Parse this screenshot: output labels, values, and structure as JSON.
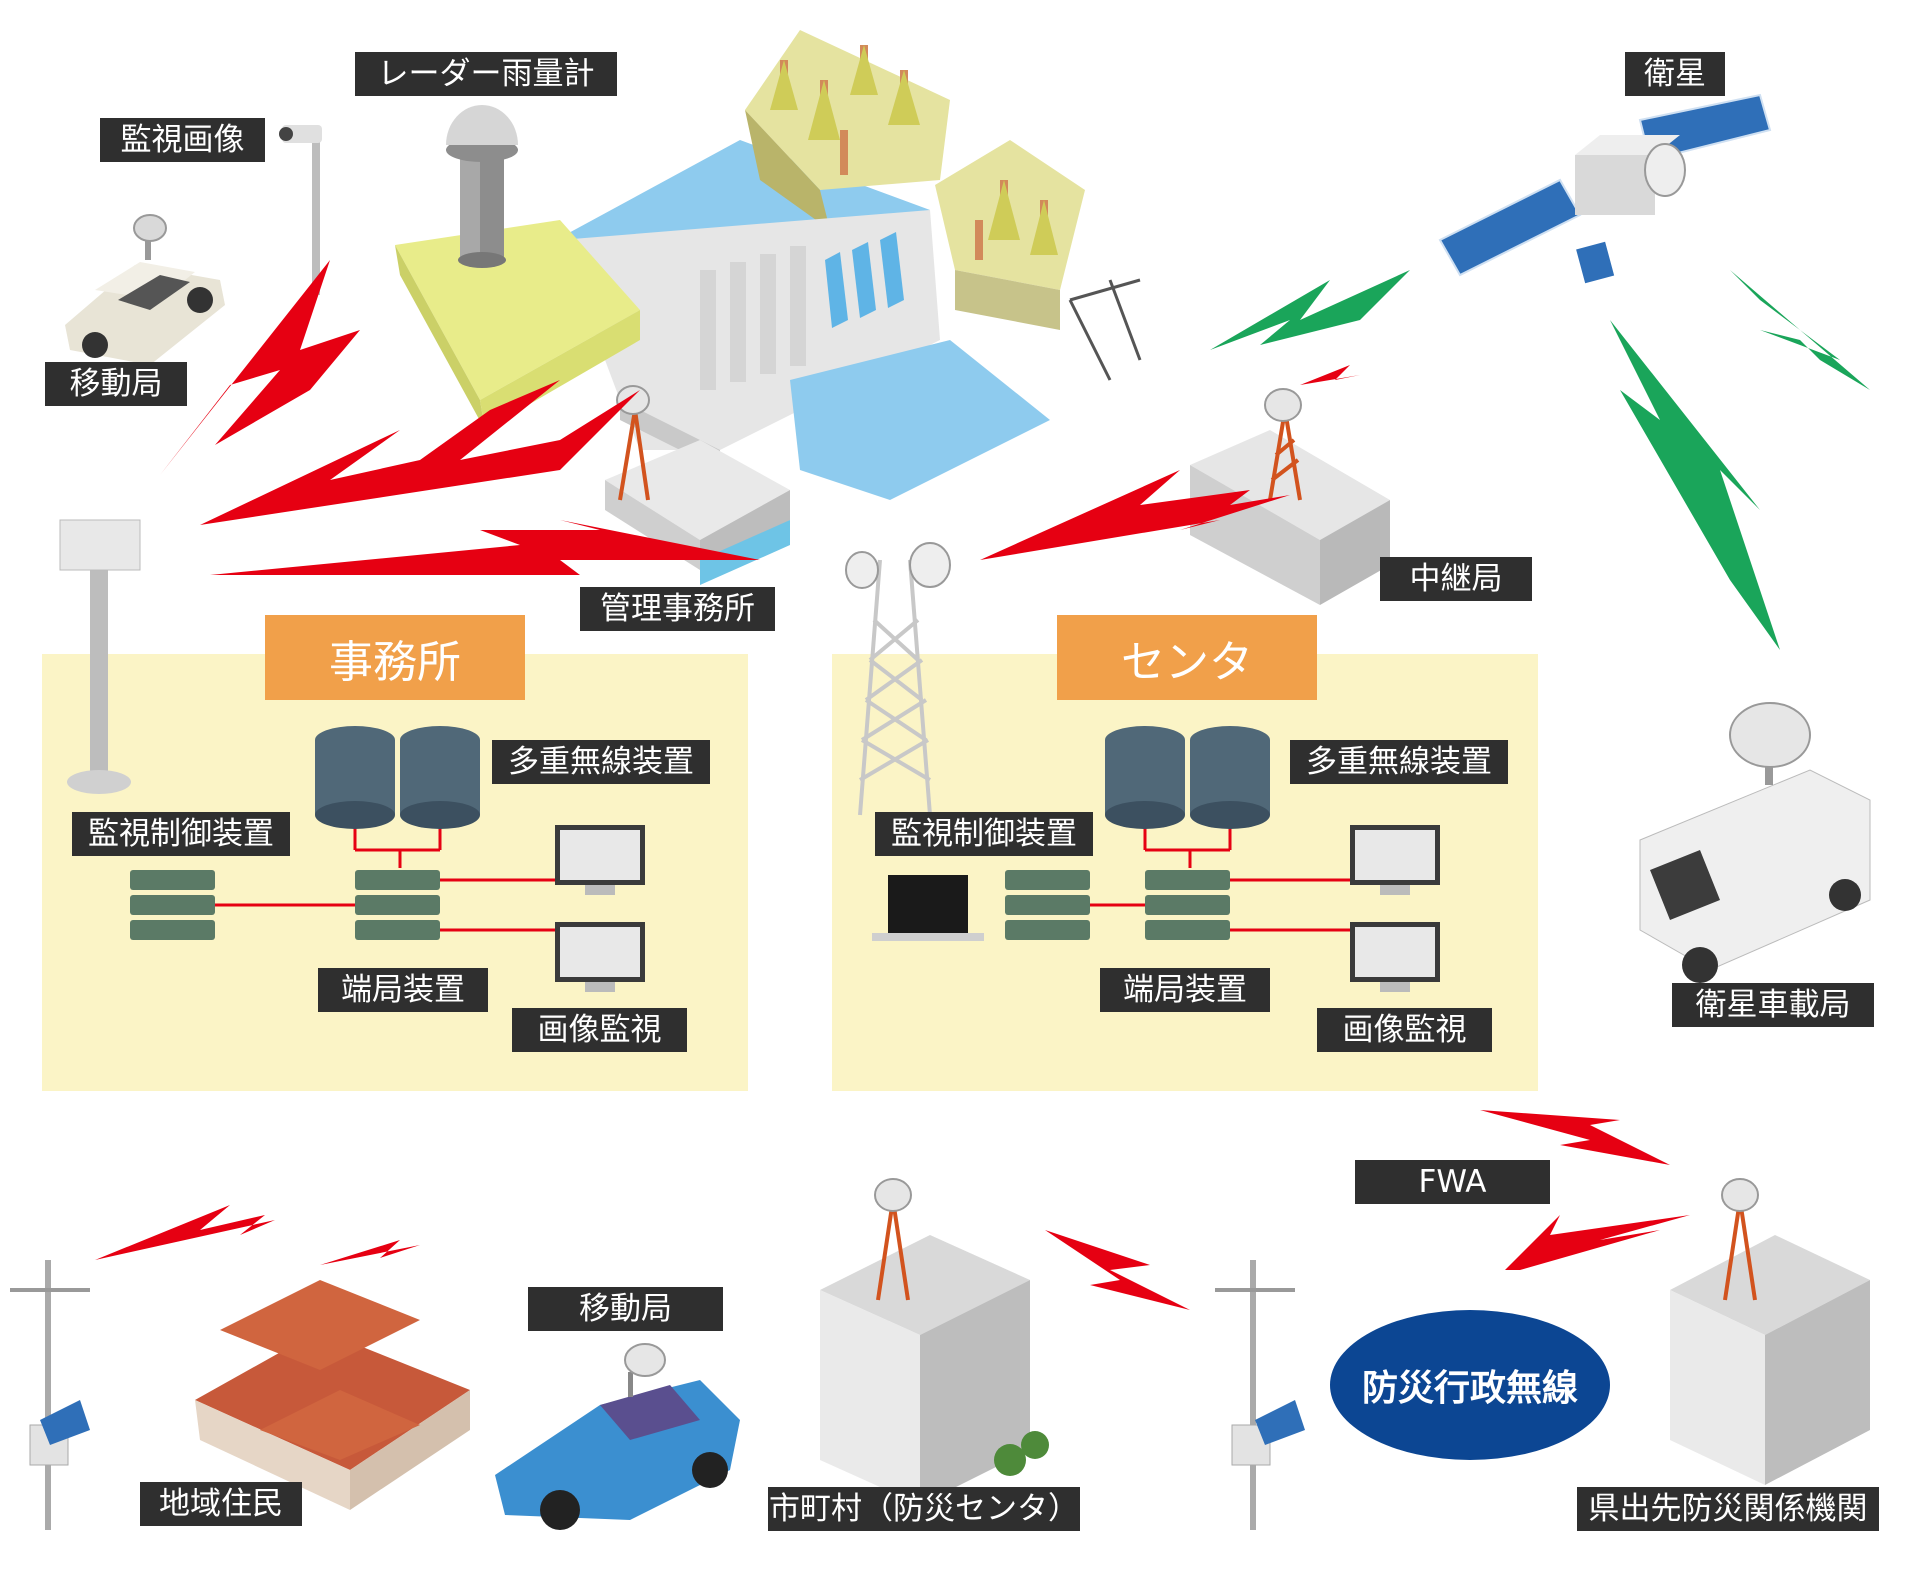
{
  "labels": {
    "radar": "レーダー雨量計",
    "camera": "監視画像",
    "mobile_top": "移動局",
    "satellite": "衛星",
    "relay": "中継局",
    "management": "管理事務所",
    "sat_vehicle": "衛星車載局",
    "fwa": "FWA",
    "residents": "地域住民",
    "mobile_bottom": "移動局",
    "municipality": "市町村（防災センタ）",
    "prefecture": "県出先防災関係機関"
  },
  "office": {
    "title": "事務所",
    "multiplex": "多重無線装置",
    "monitor_ctrl": "監視制御装置",
    "terminal": "端局装置",
    "image_monitor": "画像監視"
  },
  "center": {
    "title": "センタ",
    "multiplex": "多重無線装置",
    "monitor_ctrl": "監視制御装置",
    "terminal": "端局装置",
    "image_monitor": "画像監視"
  },
  "disaster_radio": "防災行政無線",
  "colors": {
    "label_bg": "#2f2f2f",
    "zone_bg": "#fbf4c6",
    "zone_title_bg": "#f1a04a",
    "radio_red": "#e60012",
    "satellite_green": "#1aa55a",
    "ellipse_blue": "#0c4693"
  }
}
